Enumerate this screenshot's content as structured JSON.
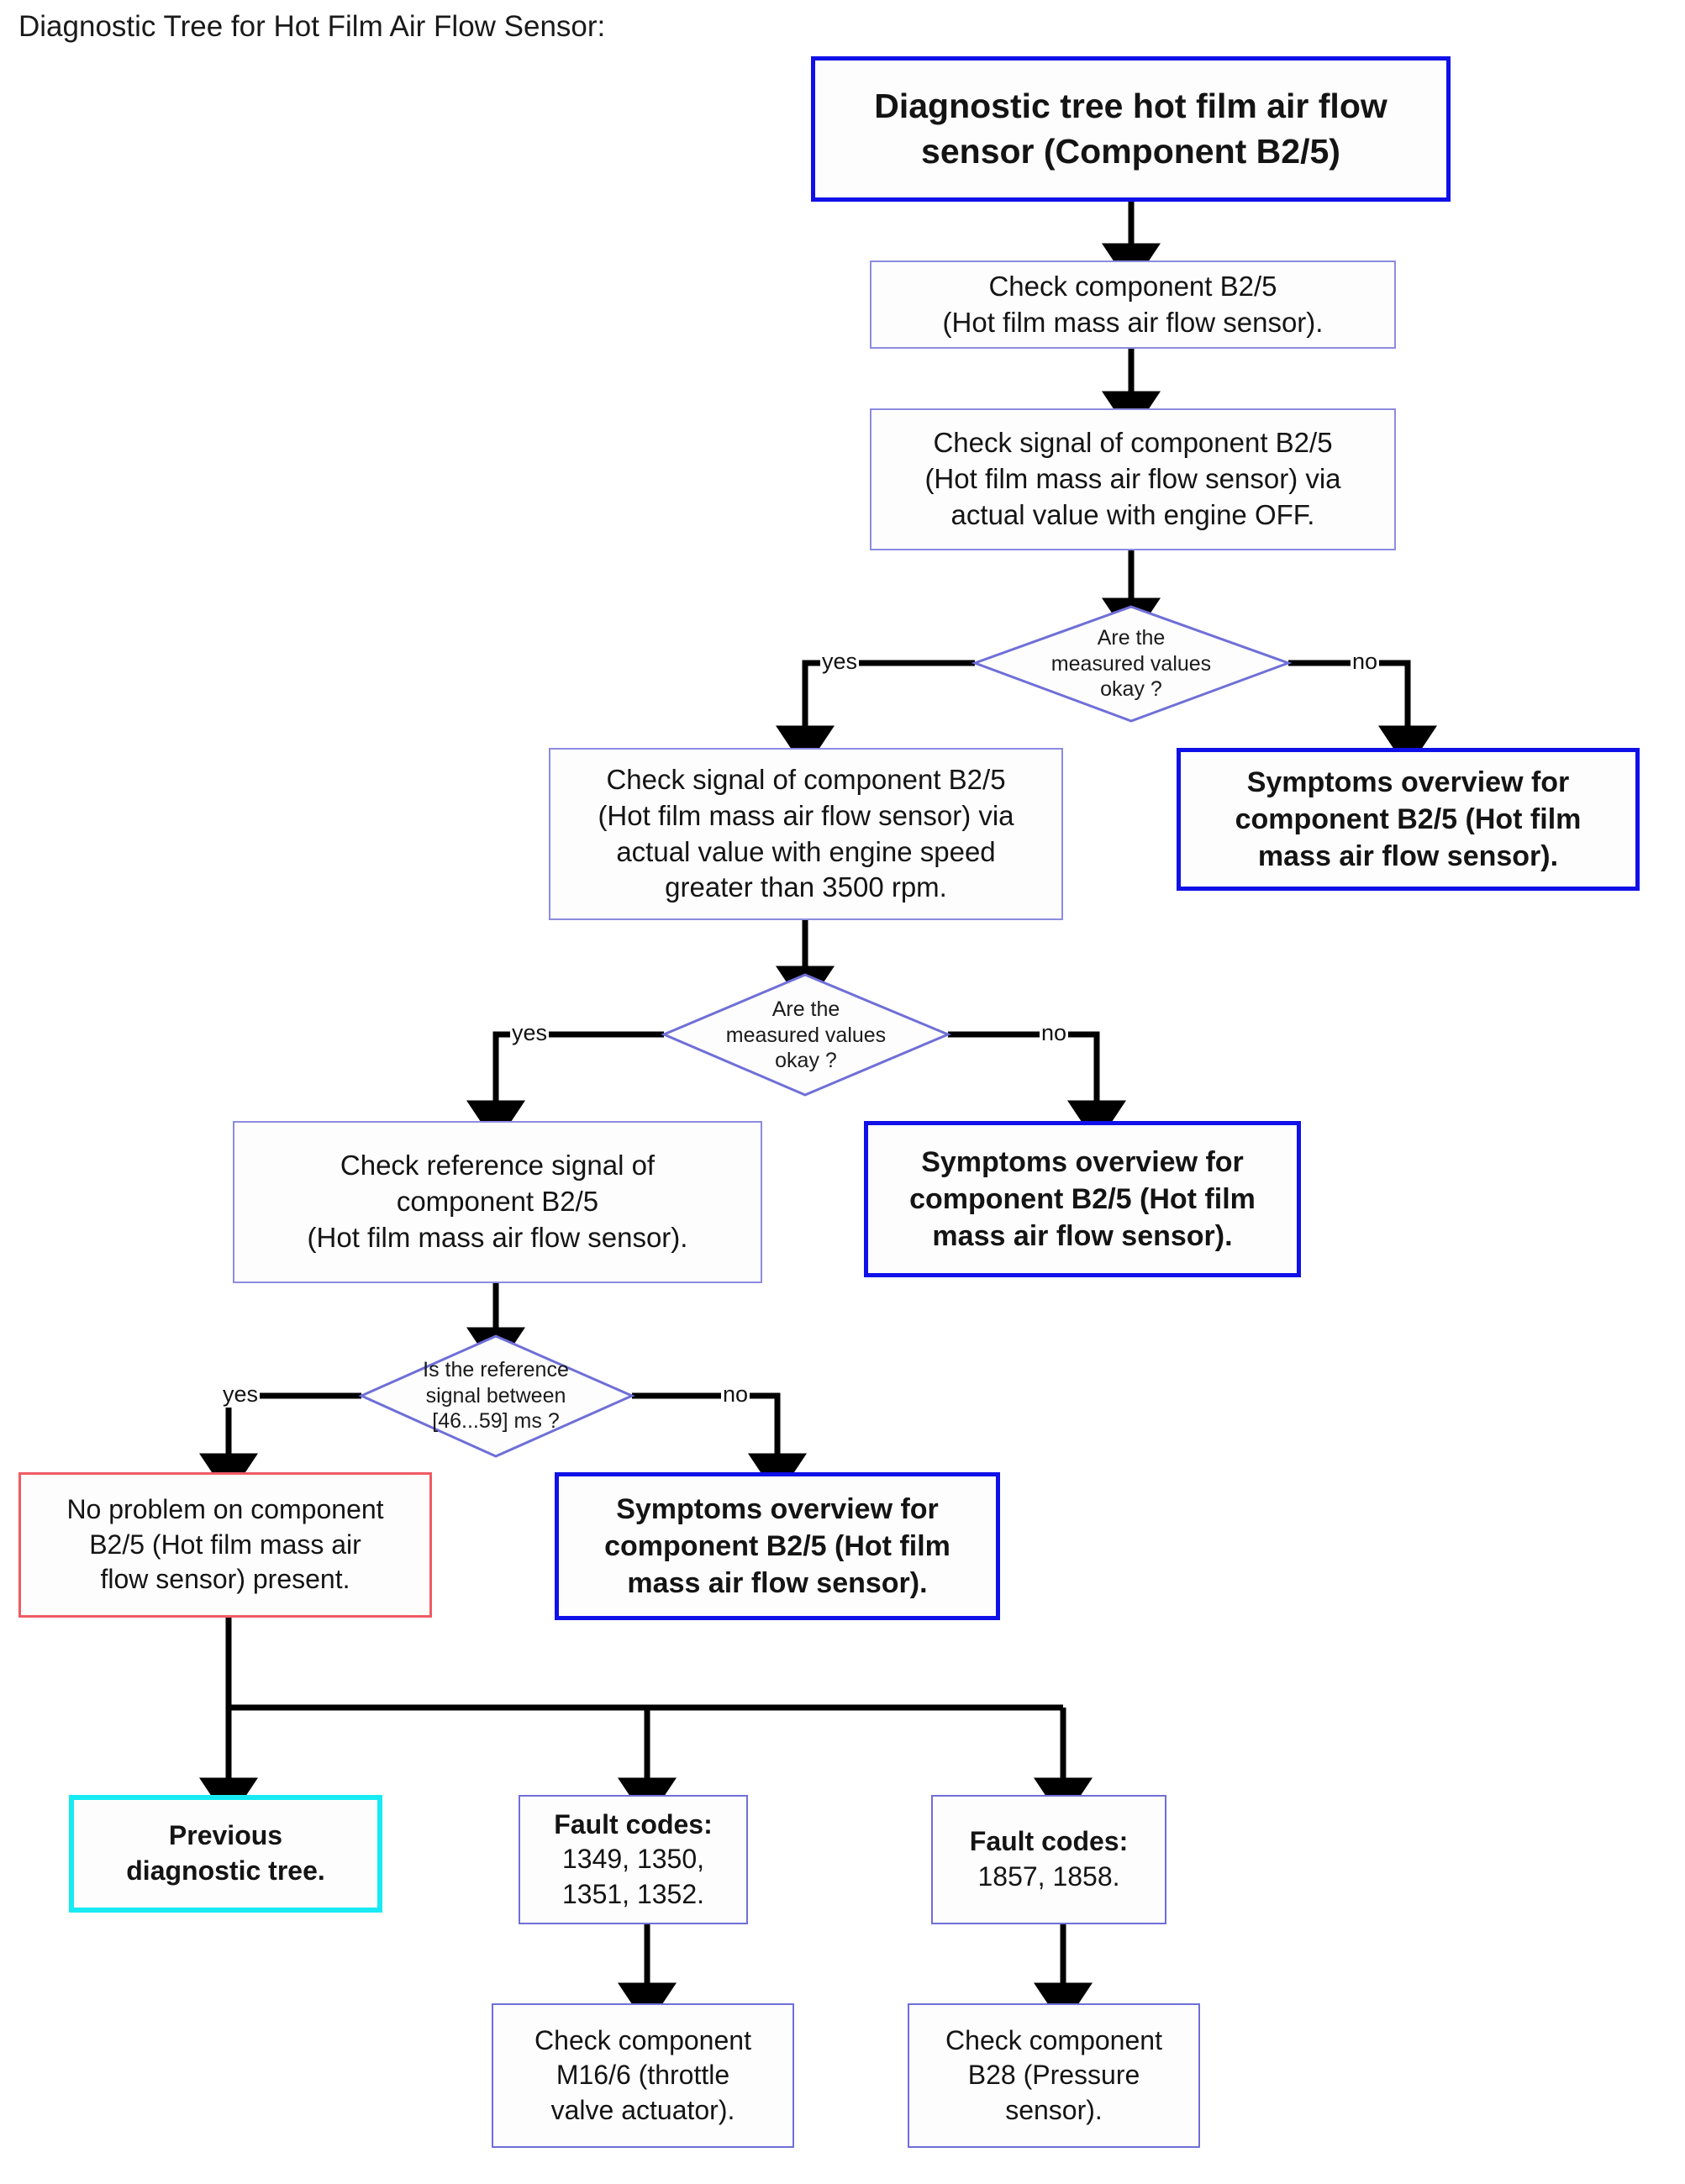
{
  "page": {
    "title": "Diagnostic Tree for Hot Film Air Flow Sensor:",
    "colors": {
      "root_border": "#1010e8",
      "process_border": "#8c8ce0",
      "decision_border": "#6f6fd8",
      "terminal_ok_border": "#ef5b63",
      "previous_tree_border": "#17eaf2",
      "arrow": "#000000",
      "text": "#141414"
    }
  },
  "nodes": {
    "root": {
      "label": "Diagnostic tree hot film air flow sensor (Component B2/5)",
      "kind": "root"
    },
    "check_component": {
      "label": "Check component B2/5\n(Hot film mass air flow sensor).",
      "line1": "Check component B2/5",
      "line2": "(Hot film mass air flow sensor).",
      "kind": "process"
    },
    "check_signal_off": {
      "line1": "Check signal of component B2/5",
      "line2": "(Hot film mass air flow sensor) via",
      "line3": "actual value with engine OFF.",
      "kind": "process"
    },
    "decision_1": {
      "line1": "Are the",
      "line2": "measured values",
      "line3": "okay ?",
      "yes": "yes",
      "no": "no",
      "kind": "decision"
    },
    "symptoms_1": {
      "line1": "Symptoms overview for",
      "line2": "component B2/5 (Hot film",
      "line3": "mass air flow sensor).",
      "kind": "terminal-blue"
    },
    "check_signal_3500": {
      "line1": "Check signal of component B2/5",
      "line2": "(Hot film mass air flow sensor) via",
      "line3": "actual value with engine speed",
      "line4": "greater than 3500 rpm.",
      "kind": "process"
    },
    "decision_2": {
      "line1": "Are the",
      "line2": "measured values",
      "line3": "okay ?",
      "yes": "yes",
      "no": "no",
      "kind": "decision"
    },
    "symptoms_2": {
      "line1": "Symptoms overview for",
      "line2": "component B2/5 (Hot film",
      "line3": "mass air flow sensor).",
      "kind": "terminal-blue"
    },
    "check_reference": {
      "line1": "Check reference signal of",
      "line2": "component B2/5",
      "line3": "(Hot film mass air flow sensor).",
      "kind": "process"
    },
    "decision_3": {
      "line1": "Is the reference",
      "line2": "signal between",
      "line3": "[46...59] ms ?",
      "yes": "yes",
      "no": "no",
      "kind": "decision"
    },
    "no_problem": {
      "line1": "No problem on component",
      "line2": "B2/5 (Hot film mass air",
      "line3": "flow sensor) present.",
      "kind": "terminal-red"
    },
    "symptoms_3": {
      "line1": "Symptoms overview for",
      "line2": "component B2/5 (Hot film",
      "line3": "mass air flow sensor).",
      "kind": "terminal-blue"
    },
    "previous_tree": {
      "line1": "Previous",
      "line2": "diagnostic tree.",
      "kind": "terminal-cyan"
    },
    "fault_codes_a": {
      "line1": "Fault codes:",
      "line2": "1349, 1350,",
      "line3": "1351, 1352.",
      "kind": "process"
    },
    "fault_codes_b": {
      "line1": "Fault codes:",
      "line2": "1857, 1858.",
      "kind": "process"
    },
    "check_m16": {
      "line1": "Check component",
      "line2": "M16/6 (throttle",
      "line3": "valve actuator).",
      "kind": "process"
    },
    "check_b28": {
      "line1": "Check component",
      "line2": "B28 (Pressure",
      "line3": "sensor).",
      "kind": "process"
    }
  }
}
